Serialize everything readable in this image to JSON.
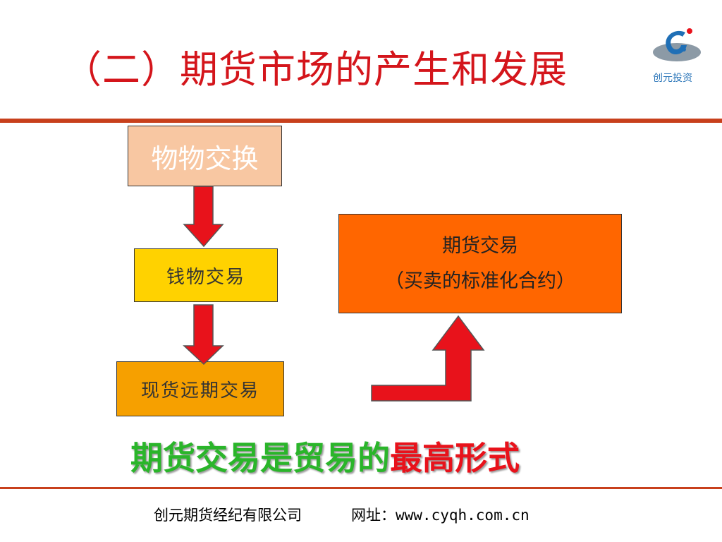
{
  "title": "（二）期货市场的产生和发展",
  "logo": {
    "text": "创元投资",
    "color": "#2b76b9"
  },
  "flow": {
    "step1": "物物交换",
    "step2": "钱物交易",
    "step3": "现货远期交易",
    "futures_line1": "期货交易",
    "futures_line2": "（买卖的标准化合约）"
  },
  "conclusion": {
    "part1": "期货交易是贸易的",
    "part2": "最高形式"
  },
  "footer": {
    "company": "创元期货经纪有限公司",
    "website": "网址：www.cyqh.com.cn"
  },
  "colors": {
    "title": "#d4151b",
    "rule": "#c8401c",
    "arrow": "#e8121b",
    "green": "#2ab52a"
  }
}
